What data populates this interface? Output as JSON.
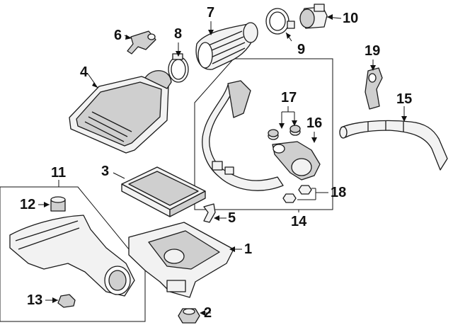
{
  "callouts": {
    "c1": "1",
    "c2": "2",
    "c3": "3",
    "c4": "4",
    "c5": "5",
    "c6": "6",
    "c7": "7",
    "c8": "8",
    "c9": "9",
    "c10": "10",
    "c11": "11",
    "c12": "12",
    "c13": "13",
    "c14": "14",
    "c15": "15",
    "c16": "16",
    "c17": "17",
    "c18": "18",
    "c19": "19"
  },
  "colors": {
    "line": "#1a1a1a",
    "fill": "#f2f2f2",
    "background": "#ffffff"
  }
}
